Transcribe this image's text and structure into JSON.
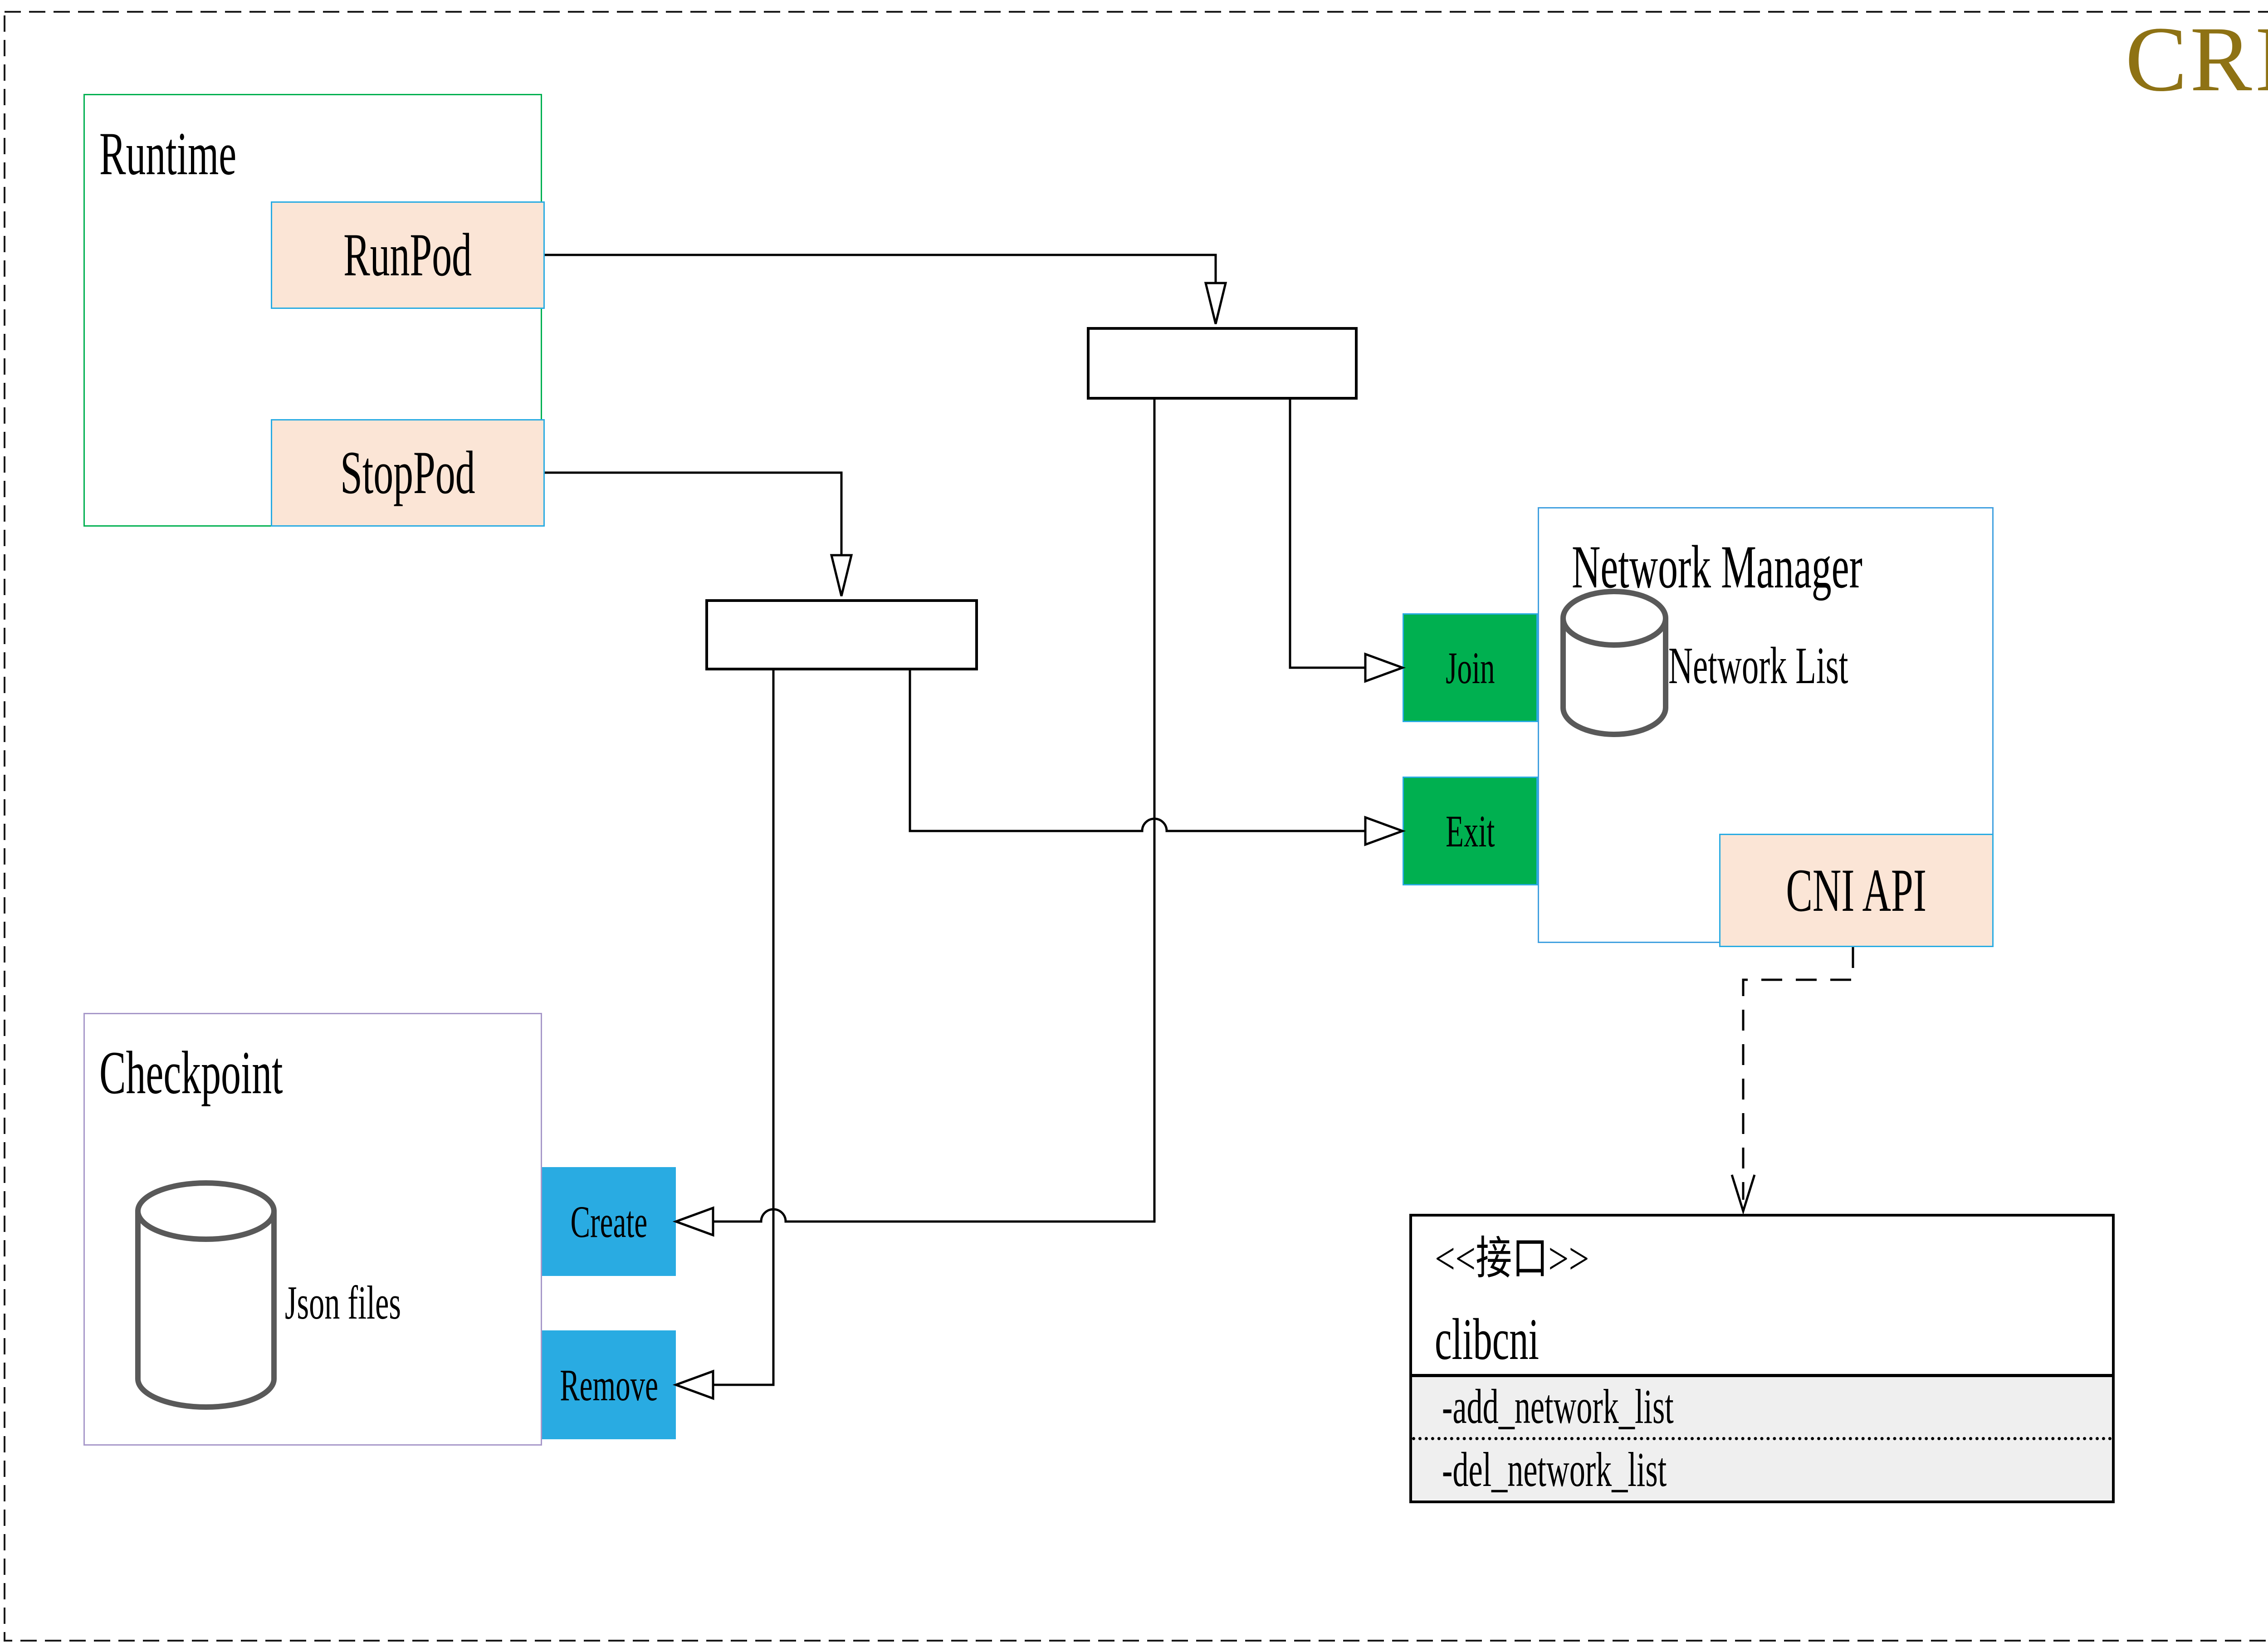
{
  "title": "CRI",
  "colors": {
    "accent_gold": "#8E7214",
    "green_fill": "#00B050",
    "green_border": "#00B050",
    "blue_fill": "#29ABE2",
    "peach_fill": "#FBE5D6",
    "light_blue_border": "#29ABE2",
    "nm_border": "#41A0E0",
    "purple_border": "#A798C9",
    "cylinder_stroke": "#595959",
    "uml_attr_bg": "#EFEFEF",
    "line_color": "#000000"
  },
  "runtime": {
    "label": "Runtime",
    "run_pod": "RunPod",
    "stop_pod": "StopPod"
  },
  "network_manager": {
    "label": "Network Manager",
    "join": "Join",
    "exit": "Exit",
    "datastore_label": "Network List",
    "cni_api": "CNI API"
  },
  "checkpoint": {
    "label": "Checkpoint",
    "datastore_label": "Json files",
    "create": "Create",
    "remove": "Remove"
  },
  "interface_box": {
    "stereotype": "<<接口>>",
    "name": "clibcni",
    "methods": [
      "-add_network_list",
      "-del_network_list"
    ]
  }
}
